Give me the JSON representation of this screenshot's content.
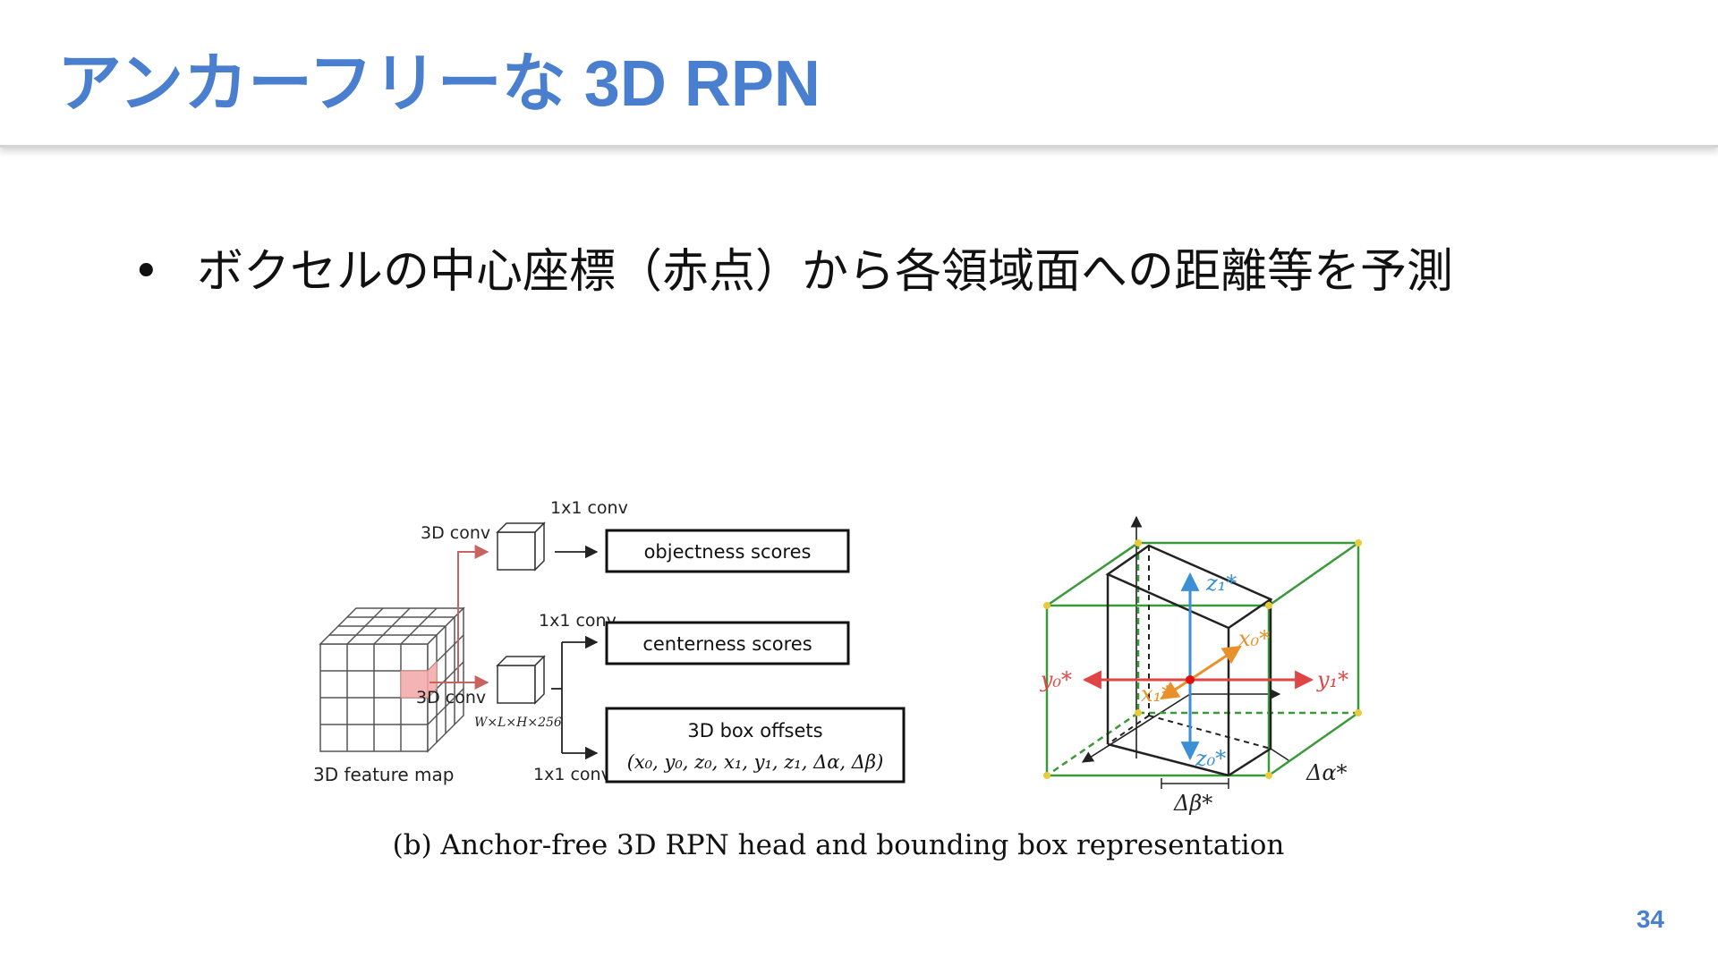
{
  "slide": {
    "title": "アンカーフリーな 3D RPN",
    "bullet": "ボクセルの中心座標（赤点）から各領域面への距離等を予測",
    "page_number": "34"
  },
  "figure": {
    "labels": {
      "conv3d_top": "3D conv",
      "conv3d_bottom": "3D conv",
      "conv1x1_a": "1x1 conv",
      "conv1x1_b": "1x1 conv",
      "conv1x1_c": "1x1 conv",
      "feature_map": "3D feature map",
      "dims": "W×L×H×256"
    },
    "outputs": {
      "objectness": "objectness scores",
      "centerness": "centerness scores",
      "box_offsets": "3D box offsets",
      "box_formula": "(x₀, y₀, z₀, x₁, y₁, z₁, Δα, Δβ)"
    },
    "box_labels": {
      "z1": "z₁*",
      "z0": "z₀*",
      "y0": "y₀*",
      "y1": "y₁*",
      "x0": "x₀*",
      "x1": "x₁*",
      "alpha": "Δα*",
      "beta": "Δβ*"
    },
    "caption": "(b) Anchor-free 3D RPN head and bounding box representation"
  },
  "colors": {
    "title": "#4a7fd0",
    "arrow_red": "#c9635f",
    "box_green": "#3a9a3a",
    "z_axis": "#3b8fd4",
    "x_axis": "#e8912b",
    "y_axis": "#e04545",
    "center_point": "#e01010",
    "highlight": "#f4b4b4"
  }
}
